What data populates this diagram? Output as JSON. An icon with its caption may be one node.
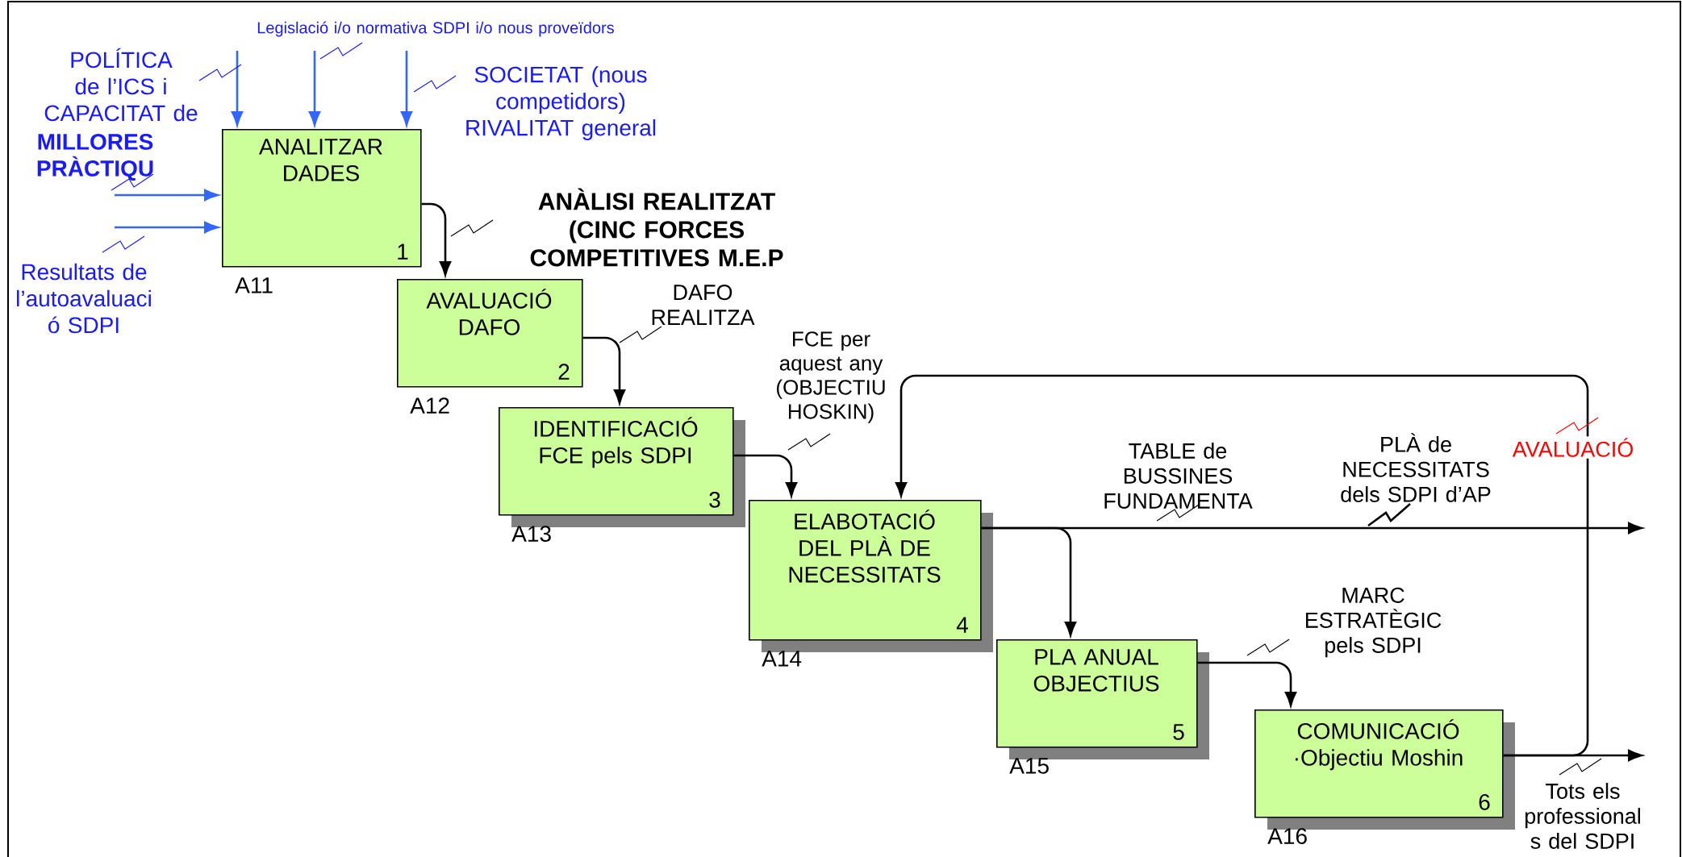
{
  "diagram": {
    "nodes": [
      {
        "text": [
          "ANALITZAR DADES",
          "1"
        ],
        "beside": [
          "A11"
        ]
      },
      {
        "text": [
          "AVALUACIÓ DAFO",
          "2"
        ],
        "beside": [
          "A12"
        ]
      },
      {
        "text": [
          "IDENTIFICACIÓ FCE pels SDPI",
          "3"
        ],
        "beside": [
          "A13"
        ]
      },
      {
        "text": [
          "ELABOTACIÓ DEL PLÀ DE NECESSITATS",
          "4"
        ],
        "beside": [
          "A14"
        ]
      },
      {
        "text": [
          "PLA ANUAL OBJECTIUS",
          "5"
        ],
        "beside": [
          "A15"
        ]
      },
      {
        "text": [
          "COMUNICACIÓ ·Objectiu Moshin",
          "6"
        ],
        "beside": [
          "A16"
        ]
      },
      {
        "text": [
          "PLÀ de NECESSITATS dels SDPI d’AP"
        ]
      }
    ],
    "edges": [
      {
        "from": null,
        "to": 0,
        "arrow": "to",
        "label": "POLÍTICA de l’ICS i CAPACITAT de",
        "color": "#3366ff"
      },
      {
        "from": null,
        "to": 0,
        "arrow": "to",
        "label": "Legislació i/o normativa SDPI i/o nous proveïdors",
        "color": "#3366ff"
      },
      {
        "from": null,
        "to": 0,
        "arrow": "to",
        "label": "SOCIETAT (nous competidors) RIVALITAT general",
        "color": "#3366ff"
      },
      {
        "from": null,
        "to": 0,
        "arrow": "to",
        "label": "MILLORES PRÀCTIQU",
        "color": "#3366ff"
      },
      {
        "from": null,
        "to": 0,
        "arrow": "to",
        "label": "Resultats de l’autoavaluaci ó SDPI",
        "color": "#3366ff"
      },
      {
        "from": 0,
        "to": 1,
        "arrow": "to",
        "label": "ANÀLISI REALITZAT (CINC FORCES COMPETITIVES M.E.P"
      },
      {
        "from": 1,
        "to": 2,
        "arrow": "to",
        "label": "DAFO REALITZA"
      },
      {
        "from": 2,
        "to": 3,
        "arrow": "to",
        "label": "FCE per aquest any (OBJECTIU HOSKIN)"
      },
      {
        "from": 3,
        "to": null,
        "arrow": "to",
        "label": "TABLE de BUSSINES FUNDAMENTA"
      },
      {
        "from": 3,
        "to": 4,
        "arrow": "to"
      },
      {
        "from": 4,
        "to": 5,
        "arrow": "to",
        "label": "MARC ESTRATÈGIC pels SDPI"
      },
      {
        "from": 5,
        "to": null,
        "arrow": "to",
        "label": "Tots els professional s del SDPI"
      },
      {
        "from": 5,
        "to": 3,
        "arrow": "to",
        "label": "AVALUACIÓ"
      },
      {
        "from": 6,
        "to": null,
        "arrow": "none"
      }
    ]
  }
}
